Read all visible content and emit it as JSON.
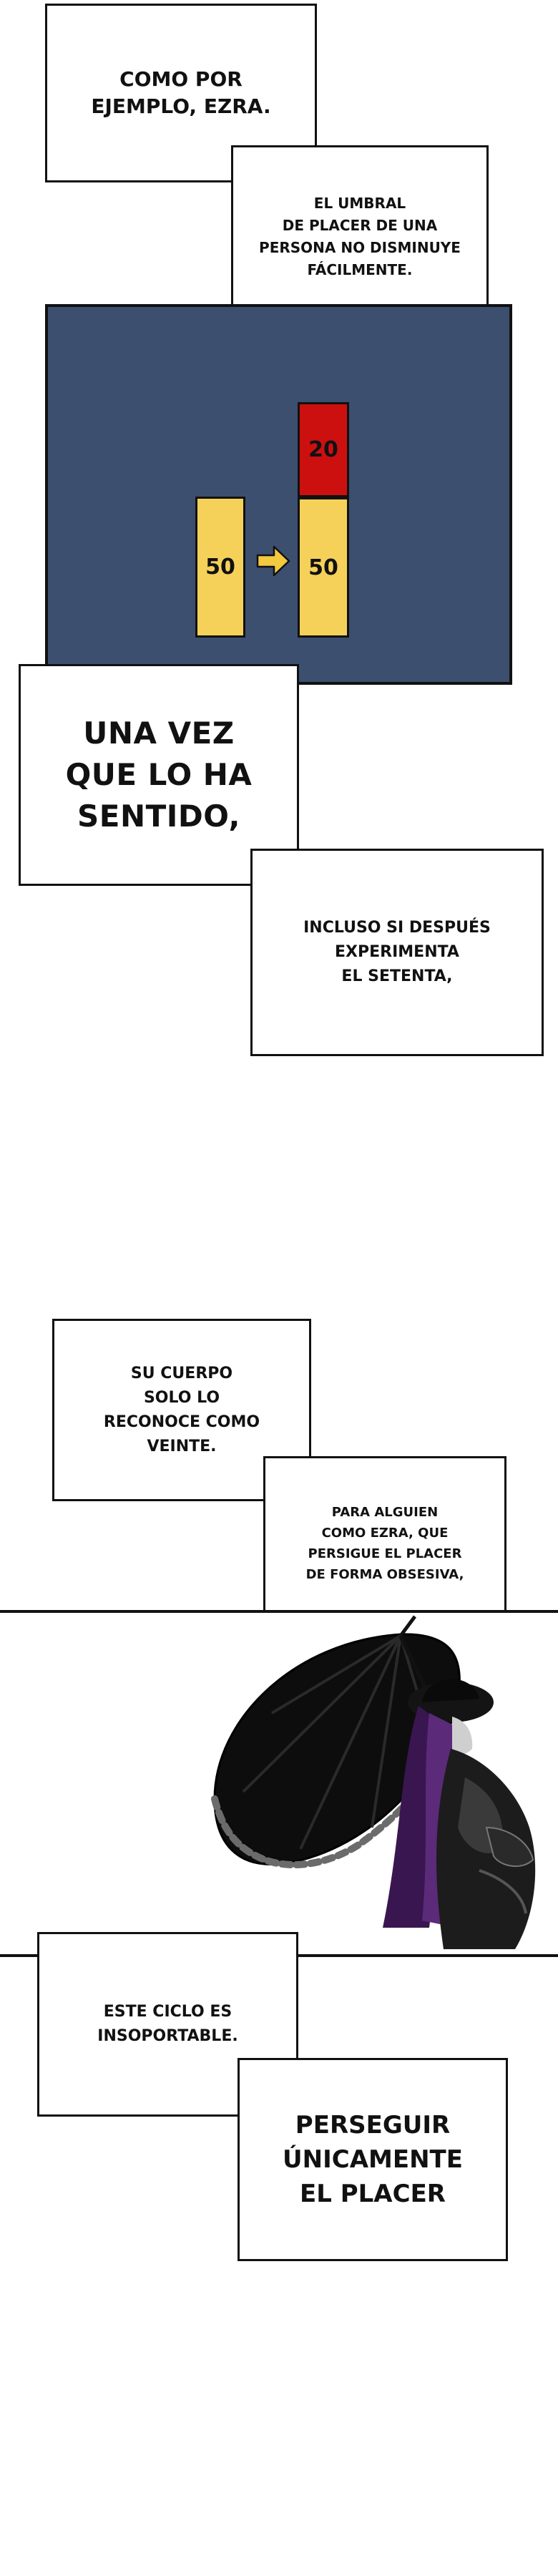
{
  "captions": {
    "c1": "COMO POR\nEJEMPLO, EZRA.",
    "c2": "EL UMBRAL\nDE PLACER DE UNA\nPERSONA NO DISMINUYE\nFÁCILMENTE.",
    "c3": "UNA VEZ\nQUE LO HA\nSENTIDO,",
    "c4": "INCLUSO SI DESPUÉS\nEXPERIMENTA\nEL SETENTA,",
    "c5": "SU CUERPO\nSOLO LO\nRECONOCE COMO\nVEINTE.",
    "c6": "PARA ALGUIEN\nCOMO EZRA, QUE\nPERSIGUE EL PLACER\nDE FORMA OBSESIVA,",
    "c7": "ESTE CICLO ES\nINSOPORTABLE.",
    "c8": "PERSEGUIR\nÚNICAMENTE\nEL PLACER"
  },
  "diagram": {
    "bar_left_label": "50",
    "bar_right_label": "50",
    "bar_top_label": "20",
    "colors": {
      "panel_bg": "#3c4f6f",
      "yellow": "#f5d15a",
      "red": "#cc1010",
      "arrow": "#f2c93f"
    },
    "icons": {
      "arrow": "right-arrow-icon"
    }
  },
  "illustration": {
    "icons": {
      "umbrella": "black-lace-parasol",
      "figure": "dark-armored-figure-purple-hair"
    }
  }
}
